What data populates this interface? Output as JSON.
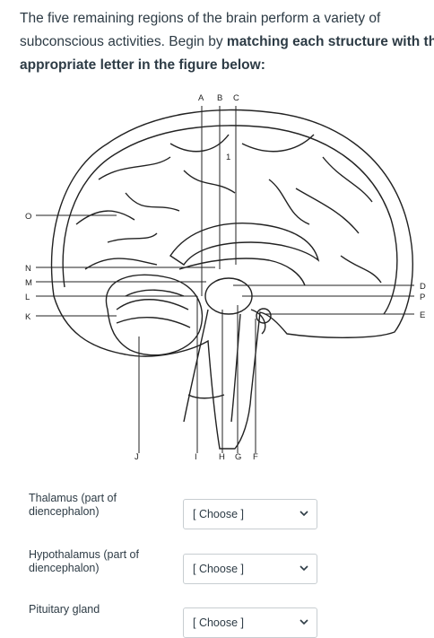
{
  "question": {
    "line1": "The five remaining regions of the brain perform a variety of",
    "line2_pre": "subconscious activities. Begin by ",
    "line2_bold": "matching each structure with the",
    "line3_bold": "appropriate letter in the figure below:"
  },
  "figure": {
    "top_labels": [
      "A",
      "B",
      "C"
    ],
    "left_labels": [
      "O",
      "N",
      "M",
      "L",
      "K"
    ],
    "right_labels": [
      "D",
      "P",
      "E"
    ],
    "bottom_labels": [
      "J",
      "I",
      "H",
      "G",
      "F"
    ],
    "fig_mark": "1"
  },
  "answers": [
    {
      "label_line1": "Thalamus (part of",
      "label_line2": "diencephalon)",
      "selected": "[ Choose ]"
    },
    {
      "label_line1": "Hypothalamus (part of",
      "label_line2": "diencephalon)",
      "selected": "[ Choose ]"
    },
    {
      "label_line1": "Pituitary gland",
      "label_line2": "",
      "selected": "[ Choose ]"
    }
  ],
  "colors": {
    "text": "#2d3b45",
    "border": "#c7cdd1",
    "figure_ink": "#222222"
  }
}
